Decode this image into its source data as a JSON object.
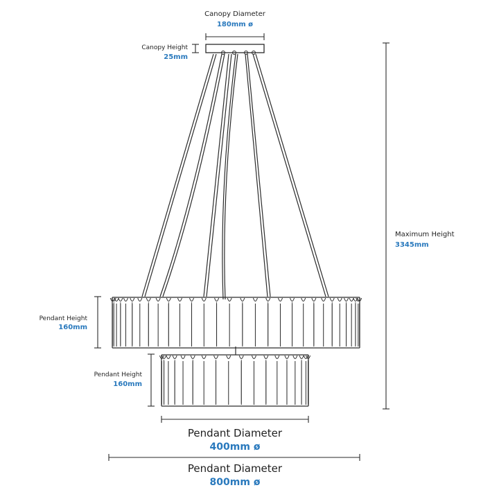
{
  "canopy": {
    "diameter_label": "Canopy Diameter",
    "diameter_value": "180mm ø",
    "height_label": "Canopy Height",
    "height_value": "25mm"
  },
  "maximum_height": {
    "label": "Maximum Height",
    "value": "3345mm"
  },
  "upper_pendant": {
    "height_label": "Pendant Height",
    "height_value": "160mm",
    "diameter_label": "Pendant Diameter",
    "diameter_value": "800mm ø"
  },
  "lower_pendant": {
    "height_label": "Pendant Height",
    "height_value": "160mm",
    "diameter_label": "Pendant Diameter",
    "diameter_value": "400mm ø"
  },
  "colors": {
    "line": "#2a2a2a",
    "label": "#1f1f1f",
    "value": "#2979bd"
  }
}
